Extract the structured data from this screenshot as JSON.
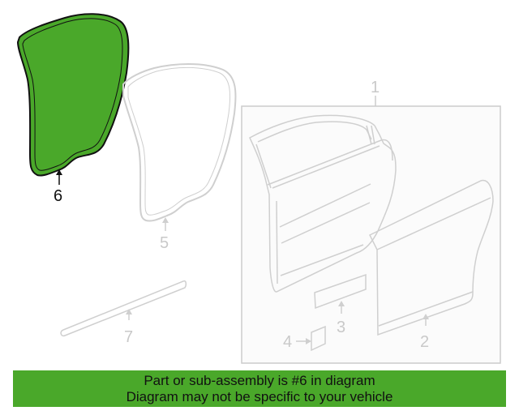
{
  "diagram": {
    "highlighted_part": "6",
    "colors": {
      "highlight_fill": "#4aa82a",
      "highlight_stroke": "#111111",
      "part_stroke": "#cfcfcf",
      "box_stroke": "#cccccc",
      "box_fill": "#fbfbfb",
      "callout_dim": "#c9c9c9",
      "banner_bg": "#4aa82a"
    },
    "callouts": {
      "p1": "1",
      "p2": "2",
      "p3": "3",
      "p4": "4",
      "p5": "5",
      "p6": "6",
      "p7": "7"
    }
  },
  "banner": {
    "line1": "Part or sub-assembly is #6 in diagram",
    "line2": "Diagram may not be specific to your vehicle"
  }
}
